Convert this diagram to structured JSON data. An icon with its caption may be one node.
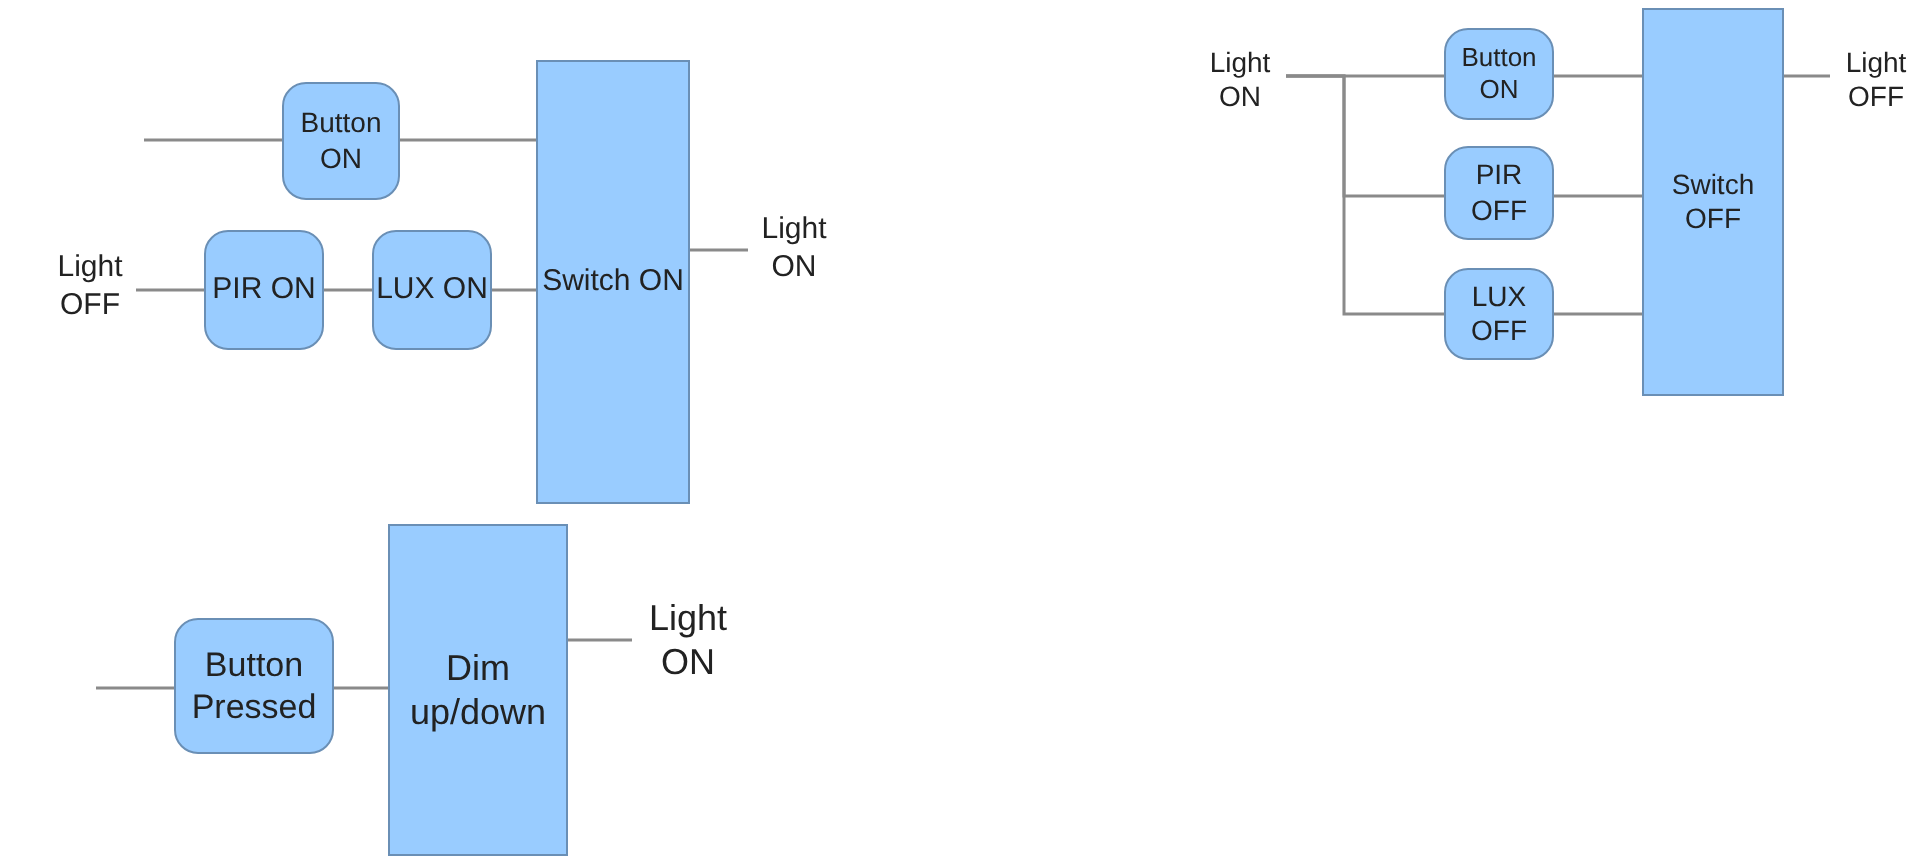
{
  "diagram": {
    "nodes": [
      {
        "text": [
          "Button ON"
        ]
      },
      {
        "text": [
          "Light OFF"
        ]
      },
      {
        "text": [
          "PIR ON"
        ]
      },
      {
        "text": [
          "LUX ON"
        ]
      },
      {
        "text": [
          "Switch ON"
        ]
      },
      {
        "text": [
          "Light ON"
        ]
      },
      {
        "text": [
          "Light ON"
        ]
      },
      {
        "text": [
          "Button ON"
        ]
      },
      {
        "text": [
          "PIR OFF"
        ]
      },
      {
        "text": [
          "LUX OFF"
        ]
      },
      {
        "text": [
          "Switch OFF"
        ]
      },
      {
        "text": [
          "Light OFF"
        ]
      },
      {
        "text": [
          "Button Pressed"
        ]
      },
      {
        "text": [
          "Dim up/down"
        ]
      },
      {
        "text": [
          "Light ON"
        ]
      }
    ],
    "edges": [
      {
        "from": null,
        "to": 0,
        "arrow": "none"
      },
      {
        "from": 0,
        "to": 4,
        "arrow": "none"
      },
      {
        "from": 1,
        "to": 2,
        "arrow": "none"
      },
      {
        "from": 2,
        "to": 3,
        "arrow": "none"
      },
      {
        "from": 3,
        "to": 4,
        "arrow": "none"
      },
      {
        "from": 4,
        "to": 5,
        "arrow": "none"
      },
      {
        "from": 6,
        "to": 7,
        "arrow": "none"
      },
      {
        "from": 6,
        "to": 8,
        "arrow": "none"
      },
      {
        "from": 6,
        "to": 9,
        "arrow": "none"
      },
      {
        "from": 7,
        "to": 10,
        "arrow": "none"
      },
      {
        "from": 8,
        "to": 10,
        "arrow": "none"
      },
      {
        "from": 9,
        "to": 10,
        "arrow": "none"
      },
      {
        "from": 10,
        "to": 11,
        "arrow": "none"
      },
      {
        "from": null,
        "to": 12,
        "arrow": "none"
      },
      {
        "from": 12,
        "to": 13,
        "arrow": "none"
      },
      {
        "from": 13,
        "to": 14,
        "arrow": "none"
      }
    ]
  }
}
